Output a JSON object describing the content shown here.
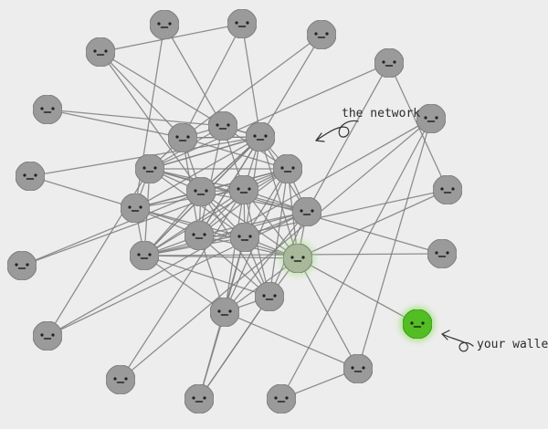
{
  "labels": {
    "network": "the network",
    "wallet": "your wallet"
  },
  "colors": {
    "background": "#ededed",
    "node_fill": "#a9a9a9",
    "node_stroke": "#8a8a8a",
    "edge": "#7d7d7d",
    "face": "#222222",
    "wallet_fill": "#5ccf2b",
    "wallet_glow": "#9de07a",
    "connected_node_fill": "#b8c9a8"
  },
  "nodes": [
    {
      "id": "n01",
      "role": "network"
    },
    {
      "id": "n02",
      "role": "network"
    },
    {
      "id": "n03",
      "role": "network"
    },
    {
      "id": "n04",
      "role": "network"
    },
    {
      "id": "n05",
      "role": "network"
    },
    {
      "id": "n06",
      "role": "network"
    },
    {
      "id": "n07",
      "role": "network"
    },
    {
      "id": "n08",
      "role": "network"
    },
    {
      "id": "n09",
      "role": "network"
    },
    {
      "id": "n10",
      "role": "network"
    },
    {
      "id": "n11",
      "role": "network"
    },
    {
      "id": "n12",
      "role": "network"
    },
    {
      "id": "n13",
      "role": "network"
    },
    {
      "id": "n14",
      "role": "network"
    },
    {
      "id": "n15",
      "role": "network"
    },
    {
      "id": "n16",
      "role": "network"
    },
    {
      "id": "n17",
      "role": "network"
    },
    {
      "id": "n18",
      "role": "network"
    },
    {
      "id": "n19",
      "role": "network"
    },
    {
      "id": "n20",
      "role": "network"
    },
    {
      "id": "n21",
      "role": "network"
    },
    {
      "id": "n22",
      "role": "connected"
    },
    {
      "id": "n23",
      "role": "network"
    },
    {
      "id": "n24",
      "role": "network"
    },
    {
      "id": "n25",
      "role": "network"
    },
    {
      "id": "n26",
      "role": "network"
    },
    {
      "id": "n27",
      "role": "network"
    },
    {
      "id": "n28",
      "role": "network"
    },
    {
      "id": "n29",
      "role": "network"
    },
    {
      "id": "n30",
      "role": "network"
    },
    {
      "id": "n31",
      "role": "network"
    },
    {
      "id": "n32",
      "role": "network"
    },
    {
      "id": "n33",
      "role": "network"
    },
    {
      "id": "n34",
      "role": "network"
    },
    {
      "id": "wallet",
      "role": "wallet"
    }
  ],
  "edges": [
    [
      "n01",
      "n09"
    ],
    [
      "n01",
      "n14"
    ],
    [
      "n02",
      "n10"
    ],
    [
      "n02",
      "n11"
    ],
    [
      "n02",
      "n04"
    ],
    [
      "n03",
      "n11"
    ],
    [
      "n03",
      "n10"
    ],
    [
      "n04",
      "n09"
    ],
    [
      "n04",
      "n10"
    ],
    [
      "n04",
      "n15"
    ],
    [
      "n05",
      "n12"
    ],
    [
      "n05",
      "n26"
    ],
    [
      "n05",
      "n21"
    ],
    [
      "n06",
      "n09"
    ],
    [
      "n06",
      "n10"
    ],
    [
      "n07",
      "n14"
    ],
    [
      "n07",
      "n13"
    ],
    [
      "n08",
      "n15"
    ],
    [
      "n08",
      "n17"
    ],
    [
      "n27",
      "n20"
    ],
    [
      "n27",
      "n12"
    ],
    [
      "n28",
      "n25"
    ],
    [
      "n28",
      "n12"
    ],
    [
      "n28",
      "n21"
    ],
    [
      "n26",
      "n20"
    ],
    [
      "n26",
      "n22"
    ],
    [
      "n30",
      "n19"
    ],
    [
      "n30",
      "n23"
    ],
    [
      "n31",
      "n24"
    ],
    [
      "n31",
      "n23"
    ],
    [
      "n32",
      "n24"
    ],
    [
      "n32",
      "n33"
    ],
    [
      "n33",
      "n25"
    ],
    [
      "n34",
      "n22"
    ],
    [
      "n34",
      "n25"
    ],
    [
      "n29",
      "n25"
    ],
    [
      "n29",
      "n16"
    ],
    [
      "wallet",
      "n22"
    ],
    [
      "n09",
      "n10"
    ],
    [
      "n09",
      "n11"
    ],
    [
      "n09",
      "n12"
    ],
    [
      "n09",
      "n13"
    ],
    [
      "n09",
      "n16"
    ],
    [
      "n09",
      "n17"
    ],
    [
      "n09",
      "n18"
    ],
    [
      "n10",
      "n11"
    ],
    [
      "n10",
      "n12"
    ],
    [
      "n10",
      "n13"
    ],
    [
      "n10",
      "n15"
    ],
    [
      "n10",
      "n17"
    ],
    [
      "n10",
      "n18"
    ],
    [
      "n11",
      "n12"
    ],
    [
      "n11",
      "n13"
    ],
    [
      "n11",
      "n15"
    ],
    [
      "n11",
      "n18"
    ],
    [
      "n11",
      "n20"
    ],
    [
      "n12",
      "n13"
    ],
    [
      "n12",
      "n14"
    ],
    [
      "n12",
      "n15"
    ],
    [
      "n12",
      "n16"
    ],
    [
      "n12",
      "n17"
    ],
    [
      "n12",
      "n19"
    ],
    [
      "n12",
      "n20"
    ],
    [
      "n12",
      "n21"
    ],
    [
      "n13",
      "n14"
    ],
    [
      "n13",
      "n15"
    ],
    [
      "n13",
      "n16"
    ],
    [
      "n13",
      "n17"
    ],
    [
      "n13",
      "n18"
    ],
    [
      "n13",
      "n19"
    ],
    [
      "n13",
      "n20"
    ],
    [
      "n13",
      "n21"
    ],
    [
      "n13",
      "n22"
    ],
    [
      "n14",
      "n15"
    ],
    [
      "n14",
      "n16"
    ],
    [
      "n14",
      "n17"
    ],
    [
      "n14",
      "n18"
    ],
    [
      "n14",
      "n19"
    ],
    [
      "n14",
      "n20"
    ],
    [
      "n14",
      "n22"
    ],
    [
      "n15",
      "n16"
    ],
    [
      "n15",
      "n17"
    ],
    [
      "n15",
      "n18"
    ],
    [
      "n15",
      "n19"
    ],
    [
      "n15",
      "n20"
    ],
    [
      "n15",
      "n21"
    ],
    [
      "n15",
      "n22"
    ],
    [
      "n15",
      "n23"
    ],
    [
      "n16",
      "n17"
    ],
    [
      "n16",
      "n18"
    ],
    [
      "n16",
      "n19"
    ],
    [
      "n16",
      "n20"
    ],
    [
      "n16",
      "n21"
    ],
    [
      "n16",
      "n22"
    ],
    [
      "n16",
      "n23"
    ],
    [
      "n16",
      "n24"
    ],
    [
      "n17",
      "n18"
    ],
    [
      "n17",
      "n19"
    ],
    [
      "n17",
      "n20"
    ],
    [
      "n17",
      "n21"
    ],
    [
      "n17",
      "n22"
    ],
    [
      "n17",
      "n23"
    ],
    [
      "n17",
      "n24"
    ],
    [
      "n18",
      "n19"
    ],
    [
      "n18",
      "n20"
    ],
    [
      "n18",
      "n21"
    ],
    [
      "n18",
      "n22"
    ],
    [
      "n18",
      "n23"
    ],
    [
      "n18",
      "n24"
    ],
    [
      "n19",
      "n20"
    ],
    [
      "n19",
      "n21"
    ],
    [
      "n19",
      "n22"
    ],
    [
      "n19",
      "n23"
    ],
    [
      "n19",
      "n24"
    ],
    [
      "n20",
      "n21"
    ],
    [
      "n20",
      "n22"
    ],
    [
      "n20",
      "n23"
    ],
    [
      "n20",
      "n24"
    ],
    [
      "n21",
      "n22"
    ],
    [
      "n21",
      "n23"
    ],
    [
      "n21",
      "n24"
    ],
    [
      "n22",
      "n23"
    ],
    [
      "n22",
      "n24"
    ],
    [
      "n23",
      "n24"
    ]
  ],
  "arrows": [
    "network",
    "wallet"
  ]
}
